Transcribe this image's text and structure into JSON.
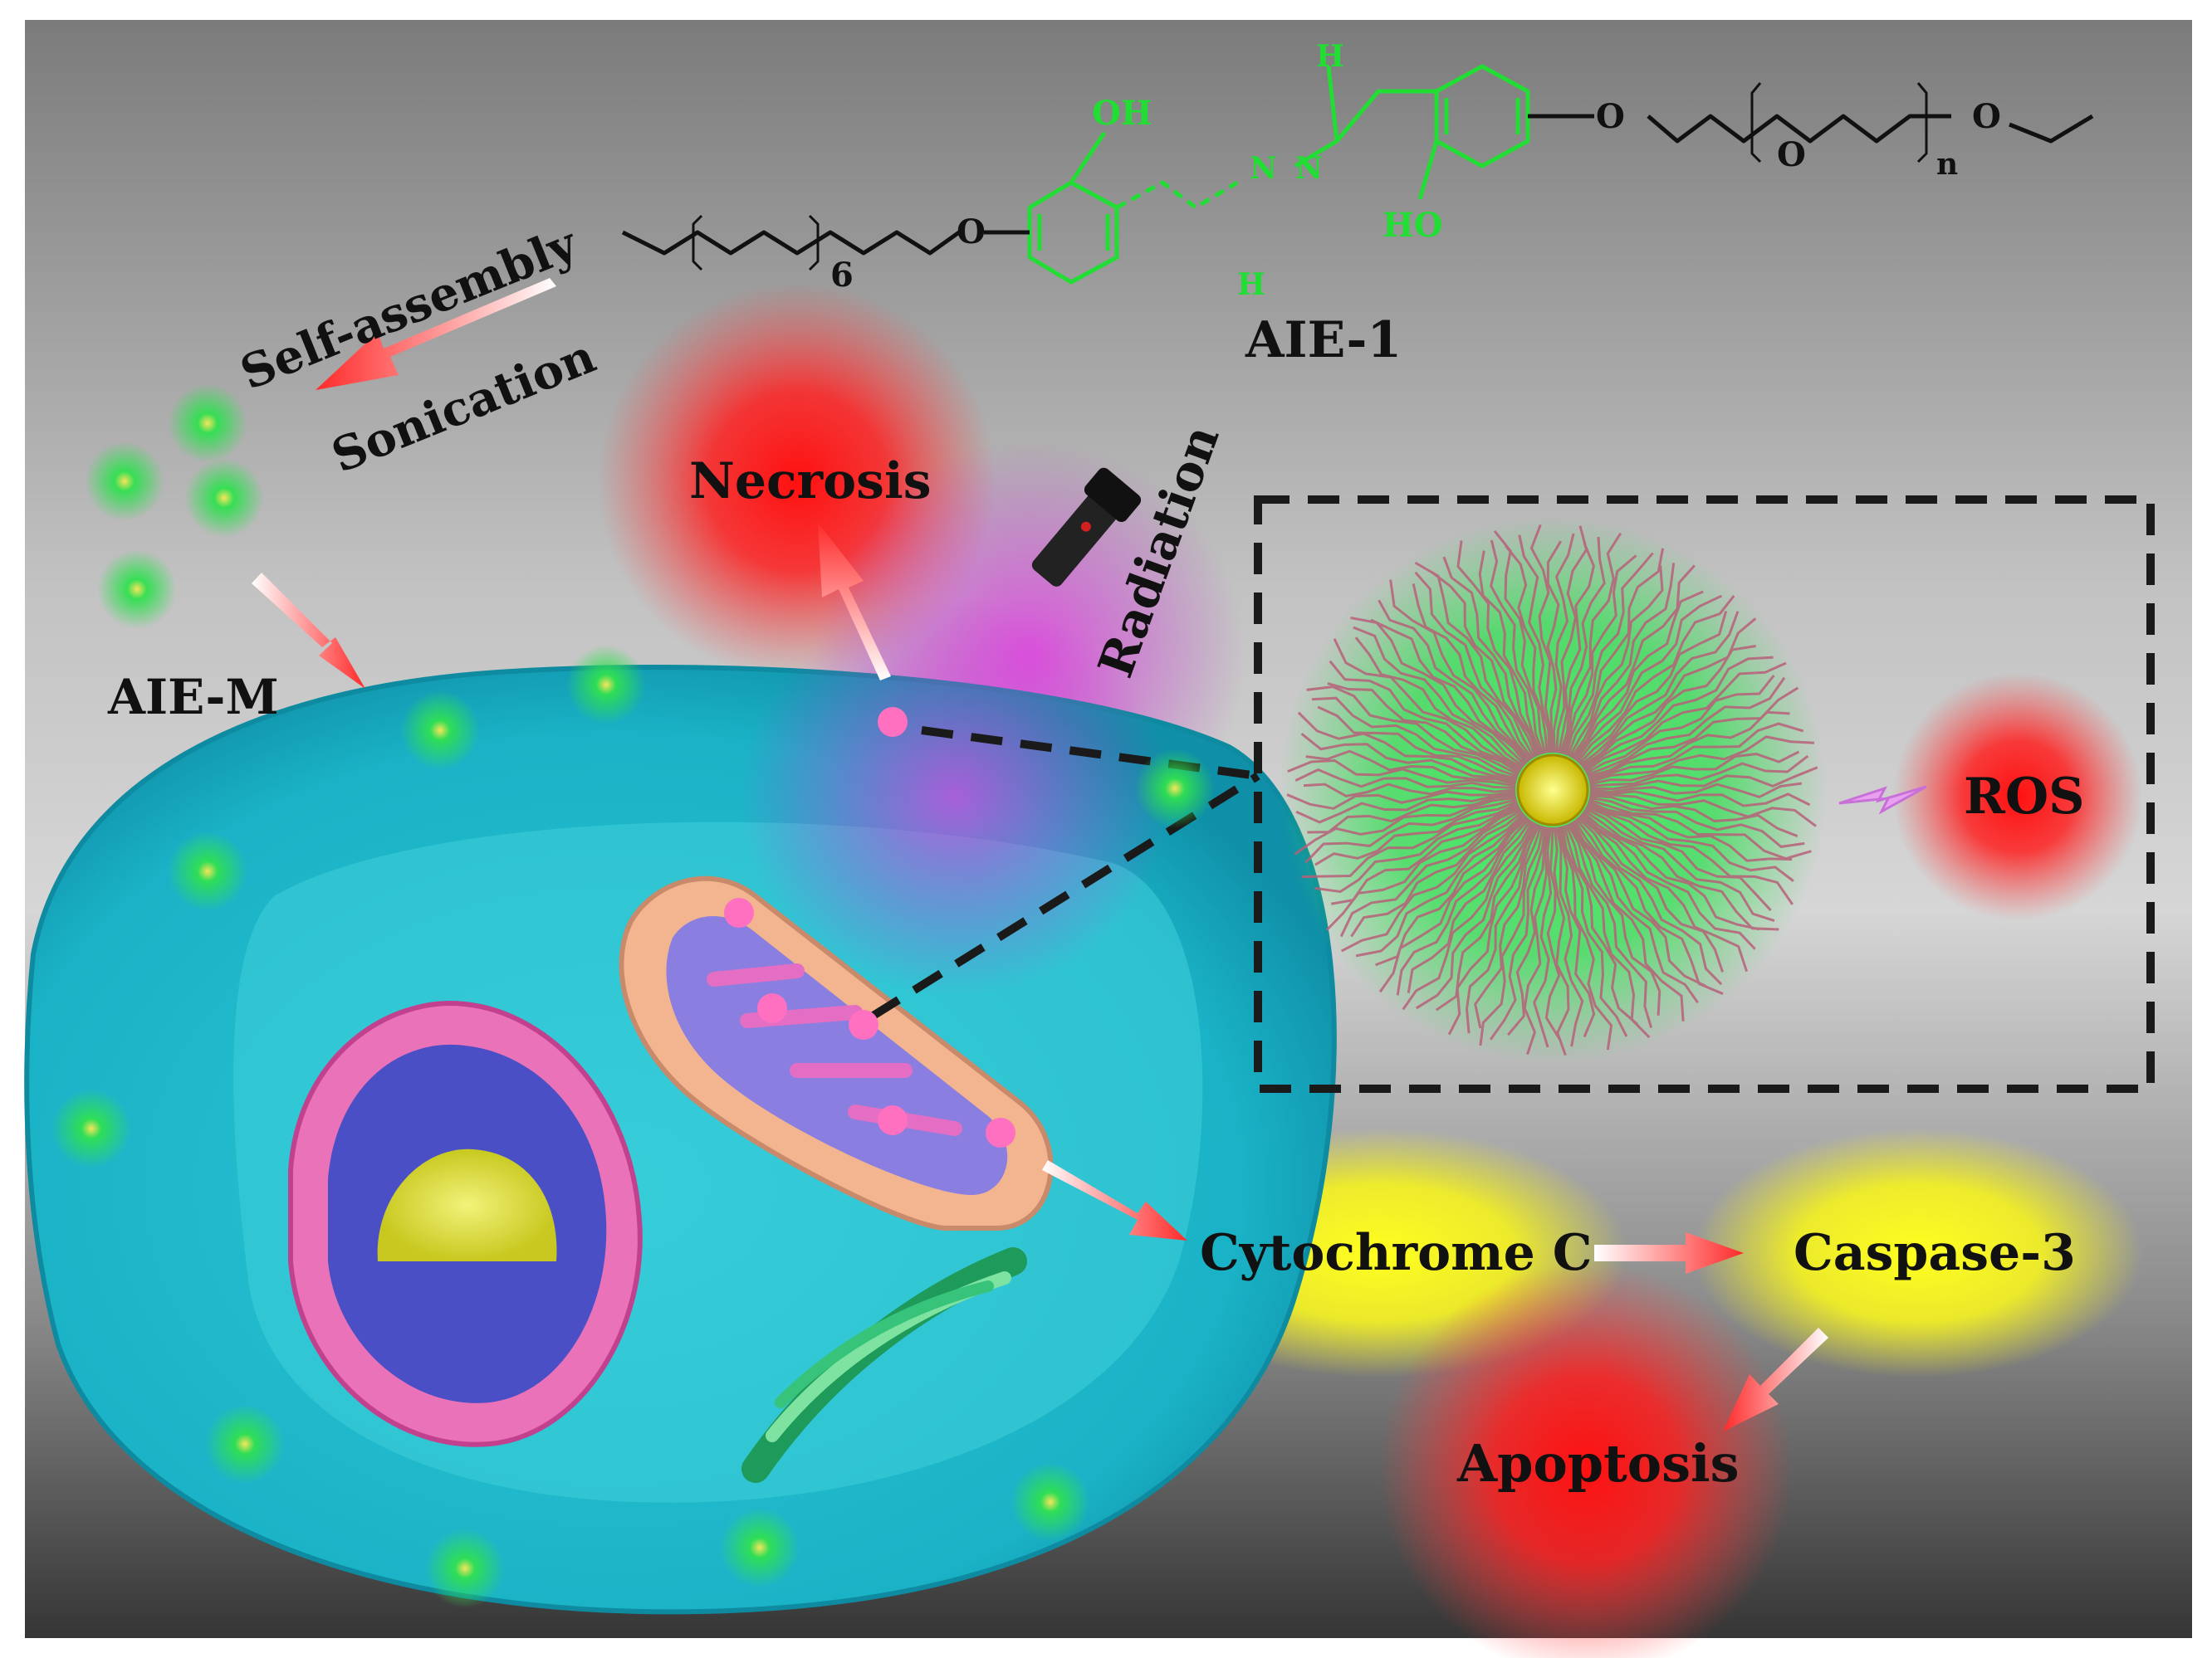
{
  "labels": {
    "self_assembly": "Self-assembly",
    "sonication": "Sonication",
    "aie_m": "AIE-M",
    "necrosis": "Necrosis",
    "radiation": "Radiation",
    "aie_1": "AIE-1",
    "ros": "ROS",
    "cytochrome_c": "Cytochrome C",
    "caspase_3": "Caspase-3",
    "apoptosis": "Apoptosis"
  },
  "structure": {
    "subscript_6": "6",
    "subscript_n": "n",
    "oxygen_left": "O",
    "oxygen_right_1": "O",
    "oxygen_right_2": "O",
    "oxygen_right_3": "O",
    "oh_top": "OH",
    "ho_bottom": "HO",
    "h_top": "H",
    "h_bottom": "H",
    "n_1": "N",
    "n_2": "N"
  },
  "colors": {
    "background_top": "#7d7d7d",
    "background_mid": "#cfcfcf",
    "background_bottom": "#3a3a3a",
    "cell": "#1fb8c9",
    "glow_red": "#ff1a1a",
    "glow_yellow": "#f4f21a",
    "glow_green": "#22e04a",
    "glow_magenta": "#d43ad8",
    "molecule_green": "#22dd33"
  }
}
